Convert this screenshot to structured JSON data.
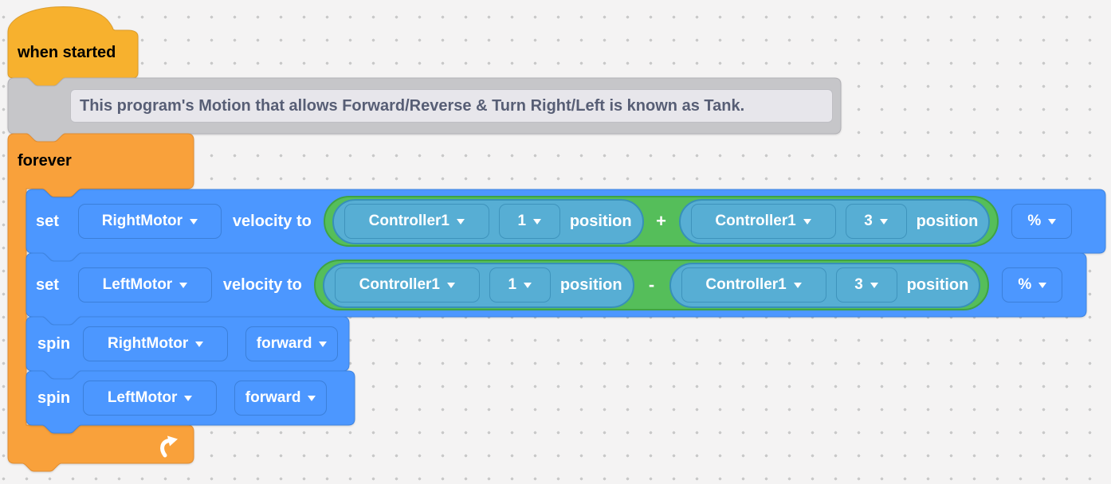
{
  "palette": {
    "background": "#f4f3f3",
    "grid_dot": "#c9c9c9",
    "event_yellow": "#f7b12e",
    "control_orange": "#f9a13b",
    "motion_blue": "#4c97ff",
    "device_teal": "#57aed4",
    "operator_green": "#55be5a",
    "comment_gray": "#c6c6c9",
    "comment_inner_gray": "#e7e6eb",
    "comment_text_color": "#575e75",
    "block_text_color": "#ffffff"
  },
  "icons": {
    "caret_down": "▾",
    "loop_arrow": "↻"
  },
  "hat_block": {
    "label": "when started"
  },
  "comment_block": {
    "text": "This program's Motion that allows Forward/Reverse & Turn Right/Left is known as Tank."
  },
  "forever_block": {
    "label": "forever"
  },
  "set_blocks": [
    {
      "verb": "set",
      "motor": "RightMotor",
      "suffix": "velocity to",
      "operator": "+",
      "unit": "%",
      "left": {
        "controller": "Controller1",
        "axis": "1",
        "property": "position"
      },
      "right": {
        "controller": "Controller1",
        "axis": "3",
        "property": "position"
      }
    },
    {
      "verb": "set",
      "motor": "LeftMotor",
      "suffix": "velocity to",
      "operator": "-",
      "unit": "%",
      "left": {
        "controller": "Controller1",
        "axis": "1",
        "property": "position"
      },
      "right": {
        "controller": "Controller1",
        "axis": "3",
        "property": "position"
      }
    }
  ],
  "spin_blocks": [
    {
      "verb": "spin",
      "motor": "RightMotor",
      "direction": "forward"
    },
    {
      "verb": "spin",
      "motor": "LeftMotor",
      "direction": "forward"
    }
  ]
}
